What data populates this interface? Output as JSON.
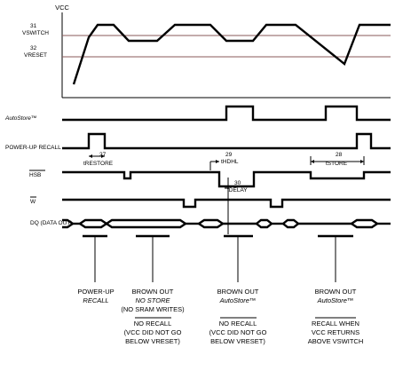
{
  "axis": {
    "vcc": "VCC"
  },
  "levels": {
    "switch_num": "31",
    "switch_label": "VSWITCH",
    "reset_num": "32",
    "reset_label": "VRESET"
  },
  "signals": {
    "autostore": "AutoStore™",
    "power_up_recall": "POWER-UP RECALL",
    "hsb": "HSB",
    "w": "W",
    "dq": "DQ (DATA OUT)"
  },
  "timing": {
    "t27_num": "27",
    "t27_label": "tRESTORE",
    "t29_num": "29",
    "t29_label": "tHDHL",
    "t30_num": "30",
    "t30_label": "tDELAY",
    "t28_num": "28",
    "t28_label": "tSTORE"
  },
  "events": [
    {
      "line1": "POWER-UP",
      "line2": "RECALL",
      "line3": "",
      "line4": "",
      "line5": "",
      "line6": ""
    },
    {
      "line1": "BROWN OUT",
      "line2": "NO STORE",
      "line3": "(NO SRAM WRITES)",
      "line4": "NO RECALL",
      "line5": "(VCC DID NOT GO",
      "line6": "BELOW VRESET)"
    },
    {
      "line1": "BROWN OUT",
      "line2": "AutoStore™",
      "line3": "",
      "line4": "NO RECALL",
      "line5": "(VCC DID NOT GO",
      "line6": "BELOW VRESET)"
    },
    {
      "line1": "BROWN OUT",
      "line2": "AutoStore™",
      "line3": "",
      "line4": "RECALL WHEN",
      "line5": "VCC RETURNS",
      "line6": "ABOVE VSWITCH"
    }
  ]
}
